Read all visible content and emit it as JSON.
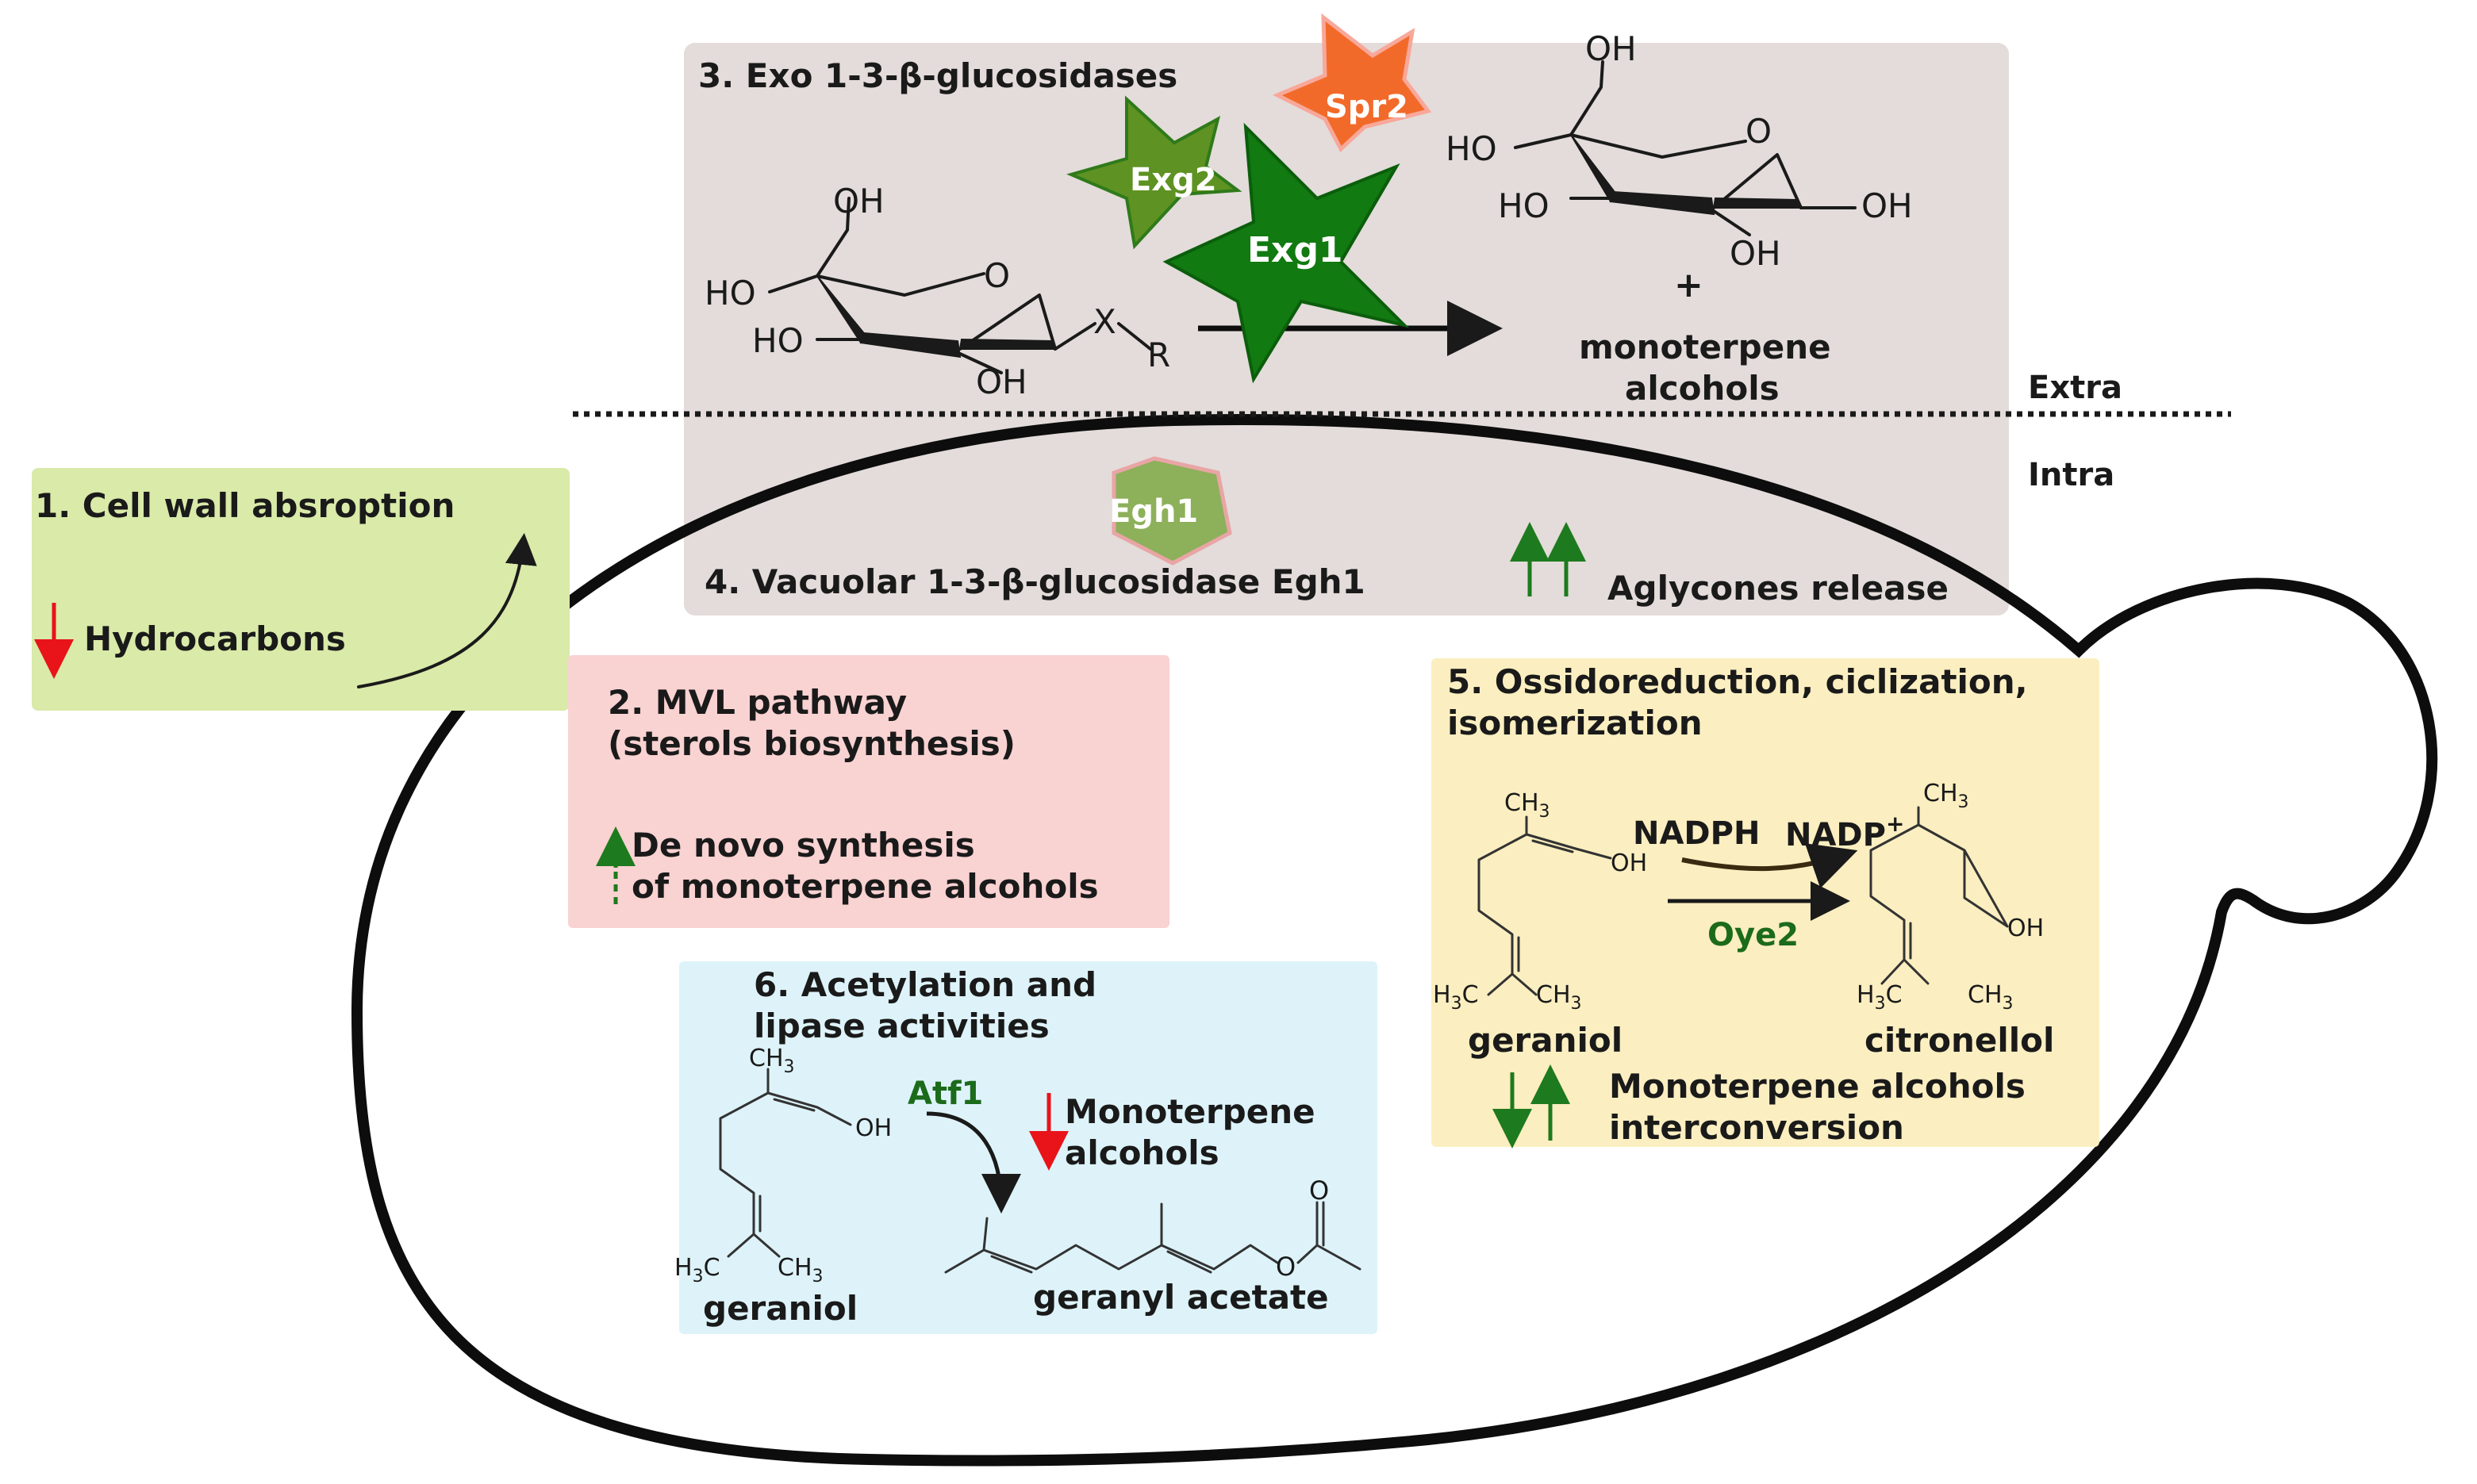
{
  "boundary": {
    "extra": "Extra",
    "intra": "Intra"
  },
  "box1": {
    "title": "1. Cell wall absroption",
    "item": "Hydrocarbons"
  },
  "box2": {
    "title_line1": "2. MVL pathway",
    "title_line2": "(sterols biosynthesis)",
    "item_line1": "De novo synthesis",
    "item_line2": "of monoterpene alcohols"
  },
  "box3": {
    "title": "3. Exo 1-3-β-glucosidases",
    "enzymes": [
      "Exg2",
      "Spr2",
      "Exg1"
    ],
    "substrate": {
      "oh_top": "OH",
      "ho_left": "HO",
      "ho_bottom_left": "HO",
      "oh_bottom": "OH",
      "ring_o": "O",
      "x": "X",
      "r": "R"
    },
    "product": {
      "oh_top": "OH",
      "ho_left": "HO",
      "ho_bottom_left": "HO",
      "oh_bottom": "OH",
      "oh_right": "OH",
      "ring_o": "O"
    },
    "plus": "+",
    "product2_line1": "monoterpene",
    "product2_line2": "alcohols"
  },
  "box4": {
    "title": "4.  Vacuolar 1-3-β-glucosidase Egh1",
    "enzyme": "Egh1",
    "item": "Aglycones release"
  },
  "box5": {
    "title_line1": "5. Ossidoreduction, ciclization,",
    "title_line2": "isomerization",
    "cofactor_in": "NADPH",
    "cofactor_out": "NADP",
    "cofactor_out_sup": "+",
    "enzyme": "Oye2",
    "substrate_name": "geraniol",
    "product_name": "citronellol",
    "labels": {
      "ch3_top": "CH",
      "sub3": "3",
      "oh": "OH",
      "h3c": "H",
      "c": "C",
      "ch3": "CH"
    },
    "item_line1": "Monoterpene alcohols",
    "item_line2": "interconversion"
  },
  "box6": {
    "title_line1": "6. Acetylation and",
    "title_line2": "lipase activities",
    "enzyme": "Atf1",
    "item_line1": "Monoterpene",
    "item_line2": "alcohols",
    "substrate_name": "geraniol",
    "product_name": "geranyl acetate",
    "labels": {
      "oh": "OH",
      "o_ester": "O",
      "o_carbonyl": "O"
    }
  },
  "colors": {
    "green_box": "#d9eaa9",
    "pink_box": "#f9d2d2",
    "grey_box": "#e3dcda",
    "yellow_box": "#fbeec0",
    "blue_box": "#ddf3f9",
    "arrow_red": "#e8141a",
    "arrow_green": "#1e7a1e",
    "enzyme_exg1": "#117a11",
    "enzyme_exg2": "#5e9222",
    "enzyme_spr2": "#f26a2a",
    "enzyme_egh1": "#8db05a",
    "enzyme_text_green": "#1b6b1b"
  }
}
